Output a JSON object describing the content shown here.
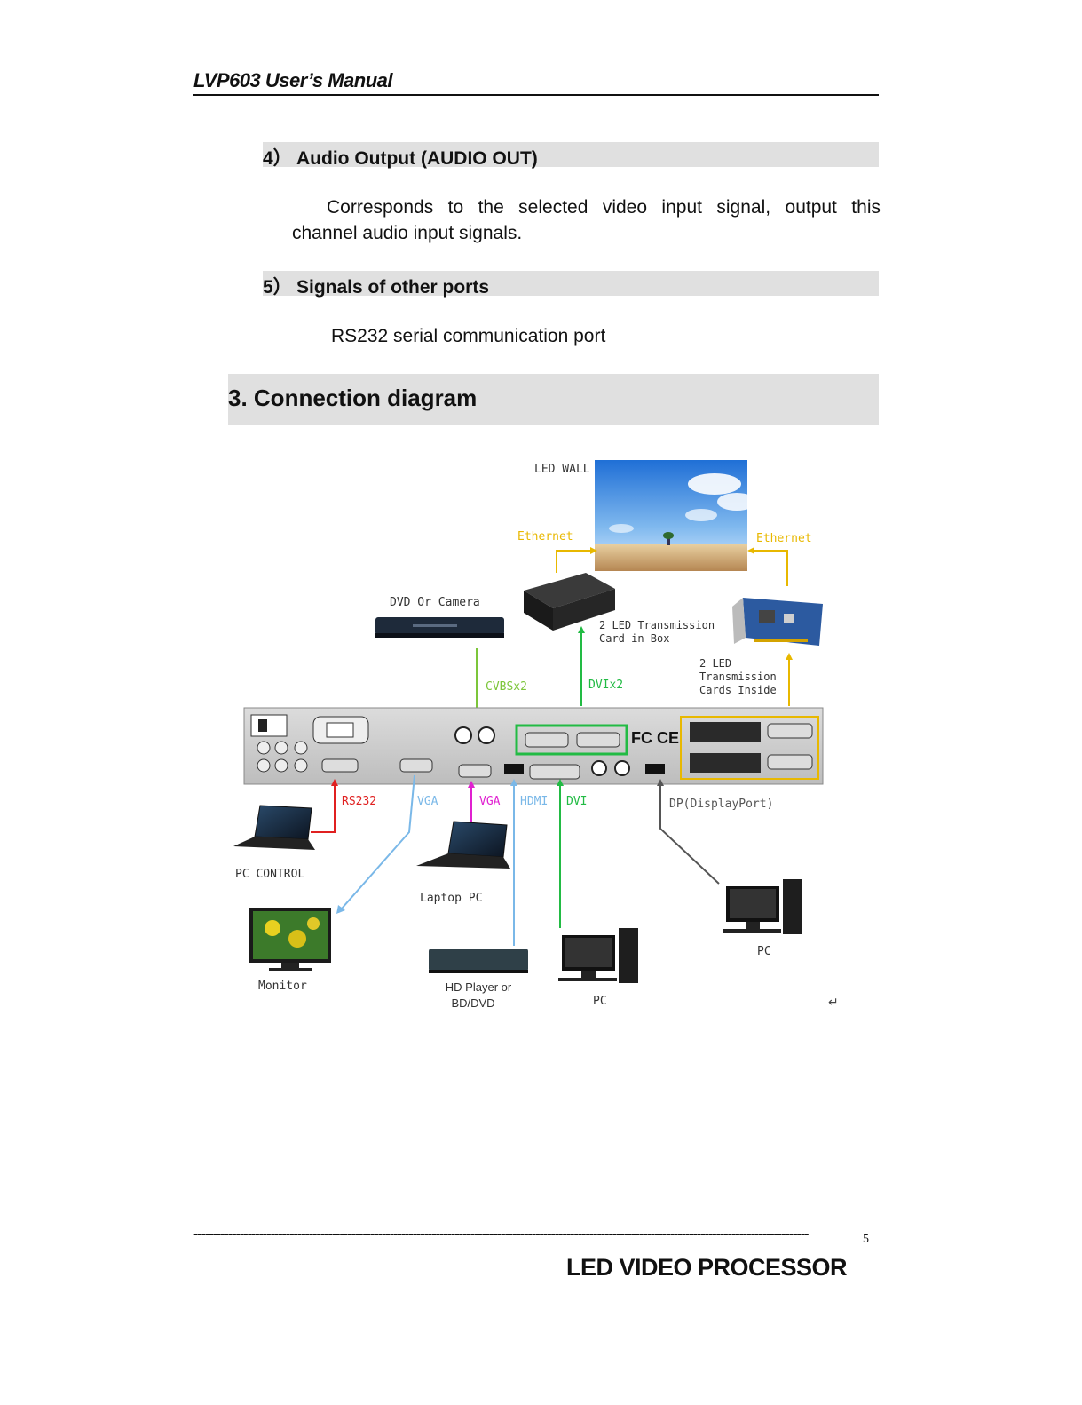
{
  "header": {
    "title": "LVP603 User’s Manual"
  },
  "section4": {
    "number": "4）",
    "title": "Audio Output (AUDIO OUT)",
    "text_line1": "Corresponds to the selected video input signal, output this",
    "text_line2": "channel audio input signals."
  },
  "section5": {
    "number": "5）",
    "title": "Signals of other ports",
    "text": "RS232 serial communication port"
  },
  "section3": {
    "title": "3. Connection diagram"
  },
  "diagram": {
    "led_wall": "LED WALL",
    "ethernet_left": "Ethernet",
    "ethernet_right": "Ethernet",
    "dvd_camera": "DVD Or Camera",
    "box_line1": "2 LED Transmission",
    "box_line2": "Card in Box",
    "cards_line1": "2 LED",
    "cards_line2": "Transmission",
    "cards_line3": "Cards Inside",
    "cvbs": "CVBSx2",
    "dvix2": "DVIx2",
    "rs232": "RS232",
    "vga1": "VGA",
    "vga2": "VGA",
    "hdmi": "HDMI",
    "dvi": "DVI",
    "dp": "DP(DisplayPort)",
    "pc_control": "PC CONTROL",
    "laptop_pc": "Laptop PC",
    "monitor": "Monitor",
    "hd_player_line1": "HD Player or",
    "hd_player_line2": "BD/DVD",
    "pc_bottom": "PC",
    "pc_right": "PC",
    "return_mark": "↵",
    "colors": {
      "ethernet": "#e8b800",
      "cvbs": "#7cc63a",
      "dvi": "#22bb44",
      "rs232": "#e02020",
      "vga": "#7ab8e8",
      "vga_laptop": "#e020d0",
      "hdmi": "#7ab8e8",
      "dp": "#555555"
    }
  },
  "footer": {
    "dashes": "----------------------------------------------------------------------------------------------------------------------------------------------------------------",
    "page": "5",
    "title": "LED VIDEO PROCESSOR"
  }
}
